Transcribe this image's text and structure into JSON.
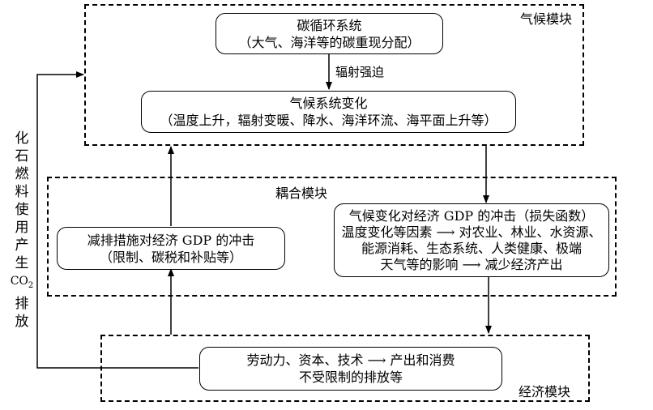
{
  "modules": {
    "climate": {
      "label": "气候模块"
    },
    "coupling": {
      "label": "耦合模块"
    },
    "economy": {
      "label": "经济模块"
    }
  },
  "boxes": {
    "carbon_cycle": {
      "lines": [
        "碳循环系统",
        "（大气、海洋等的碳重现分配）"
      ]
    },
    "climate_change": {
      "lines": [
        "气候系统变化",
        "（温度上升，辐射变暖、降水、海洋环流、海平面上升等）"
      ]
    },
    "mitigation_impact": {
      "lines": [
        "减排措施对经济 GDP 的冲击",
        "（限制、碳税和补贴等）"
      ]
    },
    "climate_impact": {
      "lines": [
        "气候变化对经济 GDP 的冲击（损失函数）",
        "温度变化等因素 ⟶ 对农业、林业、水资源、",
        "能源消耗、生态系统、人类健康、极端",
        "天气等的影响 ⟶ 减少经济产出"
      ]
    },
    "economy_core": {
      "lines": [
        "劳动力、资本、技术 ⟶ 产出和消费",
        "不受限制的排放等"
      ]
    }
  },
  "edges": {
    "radiative_forcing": "辐射强迫"
  },
  "side_label": {
    "chars": [
      "化",
      "石",
      "燃",
      "料",
      "使",
      "用",
      "产",
      "生"
    ],
    "co2": "CO",
    "co2_sub": "2",
    "tail": [
      "排",
      "放"
    ]
  }
}
